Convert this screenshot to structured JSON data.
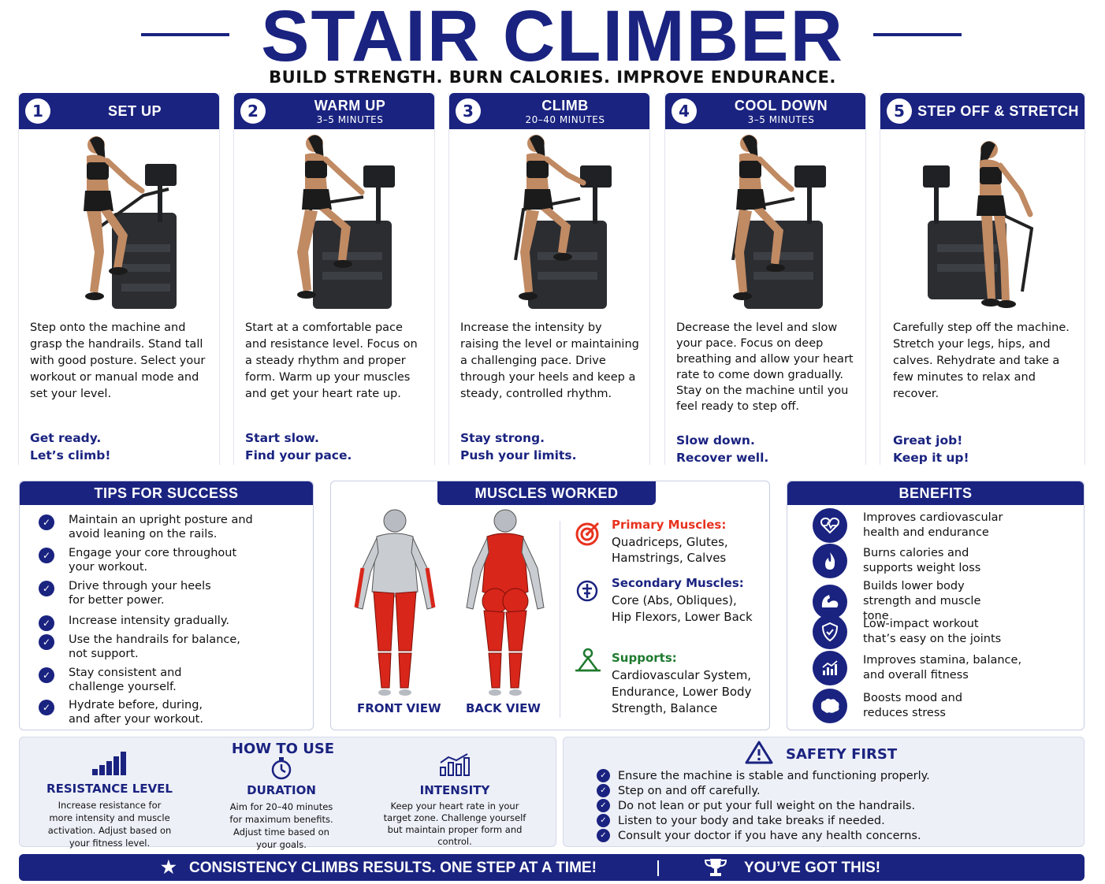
{
  "header": {
    "title": "STAIR CLIMBER",
    "subtitle": "BUILD STRENGTH. BURN CALORIES. IMPROVE ENDURANCE."
  },
  "steps": [
    {
      "num": "1",
      "title": "SET UP",
      "duration": "",
      "desc": "Step onto the machine and grasp the handrails. Stand tall with good posture. Select your workout or manual mode and set your level.",
      "cta1": "Get ready.",
      "cta2": "Let’s climb!"
    },
    {
      "num": "2",
      "title": "WARM UP",
      "duration": "3–5 MINUTES",
      "desc": "Start at a comfortable pace and resistance level. Focus on a steady rhythm and proper form. Warm up your muscles and get your heart rate up.",
      "cta1": "Start slow.",
      "cta2": "Find your pace."
    },
    {
      "num": "3",
      "title": "CLIMB",
      "duration": "20–40 MINUTES",
      "desc": "Increase the intensity by raising the level or maintaining a challenging pace. Drive through your heels and keep a steady, controlled rhythm.",
      "cta1": "Stay strong.",
      "cta2": "Push your limits."
    },
    {
      "num": "4",
      "title": "COOL DOWN",
      "duration": "3–5 MINUTES",
      "desc": "Decrease the level and slow your pace. Focus on deep breathing and allow your heart rate to come down gradually. Stay on the machine until you feel ready to step off.",
      "cta1": "Slow down.",
      "cta2": "Recover well."
    },
    {
      "num": "5",
      "title": "STEP OFF & STRETCH",
      "duration": "",
      "desc": "Carefully step off the machine. Stretch your legs, hips, and calves. Rehydrate and take a few minutes to relax and recover.",
      "cta1": "Great job!",
      "cta2": "Keep it up!"
    }
  ],
  "tips": {
    "title": "TIPS FOR SUCCESS",
    "items": [
      "Maintain an upright posture and avoid leaning on the rails.",
      "Engage your core throughout your workout.",
      "Drive through your heels for better power.",
      "Increase intensity gradually.",
      "Use the handrails for balance, not support.",
      "Stay consistent and challenge yourself.",
      "Hydrate before, during, and after your workout."
    ]
  },
  "muscles": {
    "title": "MUSCLES WORKED",
    "front_label": "FRONT VIEW",
    "back_label": "BACK VIEW",
    "primary_title": "Primary Muscles:",
    "primary_text": "Quadriceps, Glutes, Hamstrings, Calves",
    "secondary_title": "Secondary Muscles:",
    "secondary_text": "Core (Abs, Obliques), Hip Flexors, Lower Back",
    "supports_title": "Supports:",
    "supports_text": "Cardiovascular System, Endurance, Lower Body Strength, Balance",
    "colors": {
      "primary": "#e8321e",
      "secondary": "#1a2380",
      "supports": "#1e7a2e",
      "muscle": "#d8261a"
    }
  },
  "benefits": {
    "title": "BENEFITS",
    "items": [
      {
        "icon": "heartbeat-icon",
        "text": "Improves cardiovascular health and endurance"
      },
      {
        "icon": "flame-icon",
        "text": "Burns calories and supports weight loss"
      },
      {
        "icon": "bicep-icon",
        "text": "Builds lower body strength and muscle tone"
      },
      {
        "icon": "shield-icon",
        "text": "Low-impact workout that’s easy on the joints"
      },
      {
        "icon": "chart-icon",
        "text": "Improves stamina, balance, and overall fitness"
      },
      {
        "icon": "brain-icon",
        "text": "Boosts mood and reduces stress"
      }
    ]
  },
  "how_to_use": {
    "title": "HOW TO USE",
    "resistance_title": "RESISTANCE LEVEL",
    "resistance_text": "Increase resistance for more intensity and muscle activation. Adjust based on your fitness level.",
    "duration_title": "DURATION",
    "duration_text": "Aim for 20–40 minutes for maximum benefits. Adjust time based on your goals.",
    "intensity_title": "INTENSITY",
    "intensity_text": "Keep your heart rate in your target zone. Challenge yourself but maintain proper form and control."
  },
  "safety": {
    "title": "SAFETY FIRST",
    "items": [
      "Ensure the machine is stable and functioning properly.",
      "Step on and off carefully.",
      "Do not lean or put your full weight on the handrails.",
      "Listen to your body and take breaks if needed.",
      "Consult your doctor if you have any health concerns."
    ]
  },
  "footer": {
    "left": "CONSISTENCY CLIMBS RESULTS. ONE STEP AT A TIME!",
    "right": "YOU’VE GOT THIS!"
  },
  "colors": {
    "brand": "#1a2380",
    "panel_bg": "#eef0f8"
  }
}
